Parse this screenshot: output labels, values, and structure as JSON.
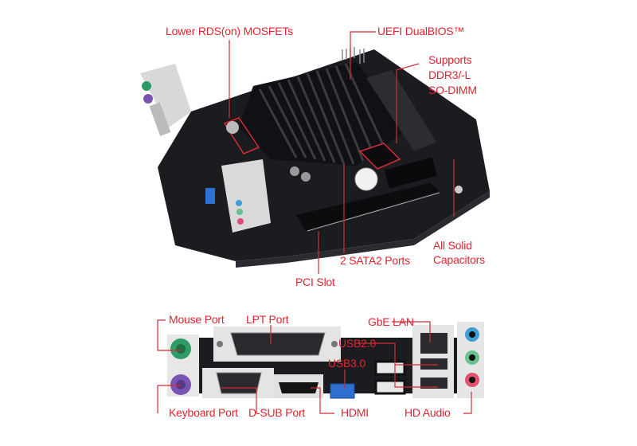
{
  "colors": {
    "annotation": "#e02530",
    "board": "#1b1c20",
    "background": "#ffffff"
  },
  "board_labels": {
    "mosfets": "Lower RDS(on) MOSFETs",
    "dualbios": "UEFI DualBIOS™",
    "ddr_line1": "Supports",
    "ddr_line2": "DDR3/-L",
    "ddr_line3": "SO-DIMM",
    "capacitors_line1": "All Solid",
    "capacitors_line2": "Capacitors",
    "sata": "2 SATA2 Ports",
    "pci": "PCI Slot"
  },
  "io_labels": {
    "mouse": "Mouse Port",
    "lpt": "LPT Port",
    "gbe": "GbE LAN",
    "usb2": "USB2.0",
    "usb3": "USB3.0",
    "keyboard": "Keyboard Port",
    "dsub": "D-SUB Port",
    "hdmi": "HDMI",
    "audio": "HD Audio"
  }
}
